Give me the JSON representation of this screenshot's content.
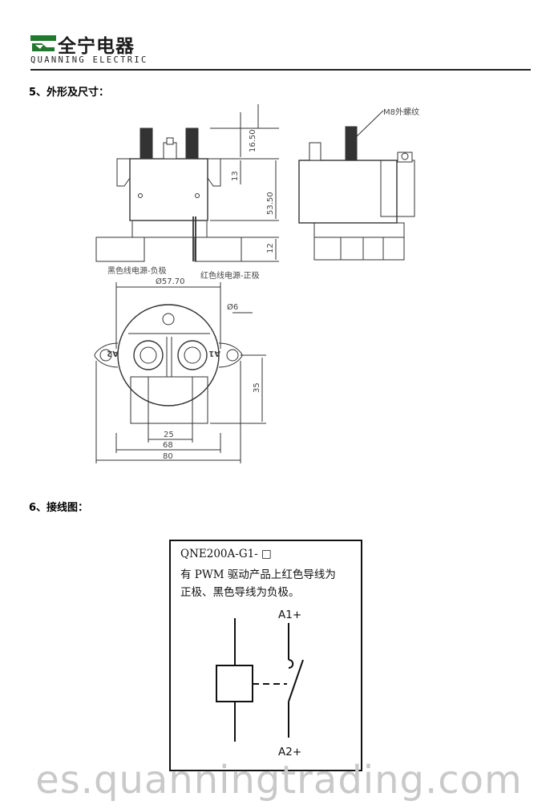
{
  "header": {
    "brand_cn": "全宁电器",
    "brand_en": "QUANNING ELECTRIC",
    "logo_color": "#1f7a2e"
  },
  "section5": {
    "title": "5、外形及尺寸："
  },
  "drawing": {
    "dim_top": "16.50",
    "dim_13": "13",
    "dim_53": "53.50",
    "dim_12": "12",
    "thread_label": "M8外螺纹",
    "black_wire": "黑色线电源-负极",
    "red_wire": "红色线电源-正极",
    "dia": "Ø57.70",
    "hole": "Ø6",
    "dim_35": "35",
    "dim_25": "25",
    "dim_68": "68",
    "dim_80": "80",
    "a1": "A1",
    "a2": "A2"
  },
  "section6": {
    "title": "6、接线图："
  },
  "wiring": {
    "line1": "QNE200A-G1- □",
    "line2": "有 PWM 驱动产品上红色导线为",
    "line3": "正极、黑色导线为负极。",
    "a1_label": "A1+",
    "a2_label": "A2+"
  },
  "watermark": "es.quanningtrading.com"
}
